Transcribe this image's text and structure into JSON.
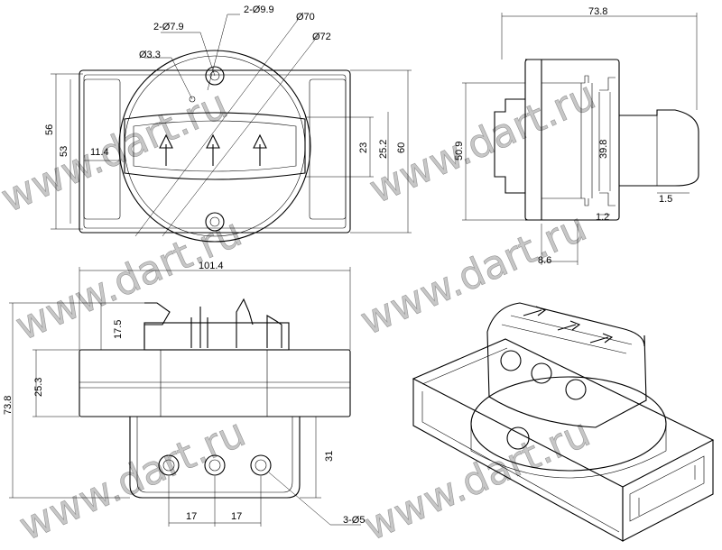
{
  "watermark": "www.dart.ru",
  "front_view": {
    "dims": {
      "hole_2": "2-Ø7.9",
      "hole_1": "2-Ø9.9",
      "dia_70": "Ø70",
      "dia_72": "Ø72",
      "dia_33": "Ø3.3",
      "h56": "56",
      "h53": "53",
      "w114": "11.4",
      "h23": "23",
      "h252": "25.2",
      "h60": "60"
    }
  },
  "side_view": {
    "dims": {
      "w738": "73.8",
      "h509": "50.9",
      "h398": "39.8",
      "w15": "1.5",
      "w12": "1.2",
      "w86": "8.6"
    }
  },
  "bottom_view": {
    "dims": {
      "w1014": "101.4",
      "h175": "17.5",
      "h253": "25.3",
      "h738": "73.8",
      "h31": "31",
      "w17a": "17",
      "w17b": "17",
      "holes": "3-Ø5"
    }
  }
}
